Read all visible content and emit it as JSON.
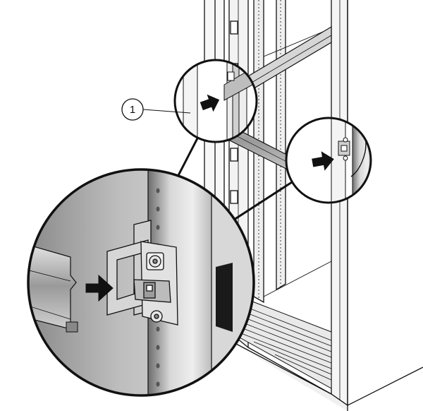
{
  "figure": {
    "callouts": [
      {
        "id": "1",
        "label": "1",
        "target": "rail-bracket"
      }
    ]
  },
  "colors": {
    "line": "#111111",
    "rack_fill": "#f7f7f7",
    "rail_dark": "#7a7a7a",
    "rail_light": "#d9d9d9",
    "arrow": "#111111",
    "bracket": "#cfcfcf"
  },
  "icons": {
    "insert_arrows": "right-arrow-icon",
    "callout_circle": "callout-icon"
  }
}
